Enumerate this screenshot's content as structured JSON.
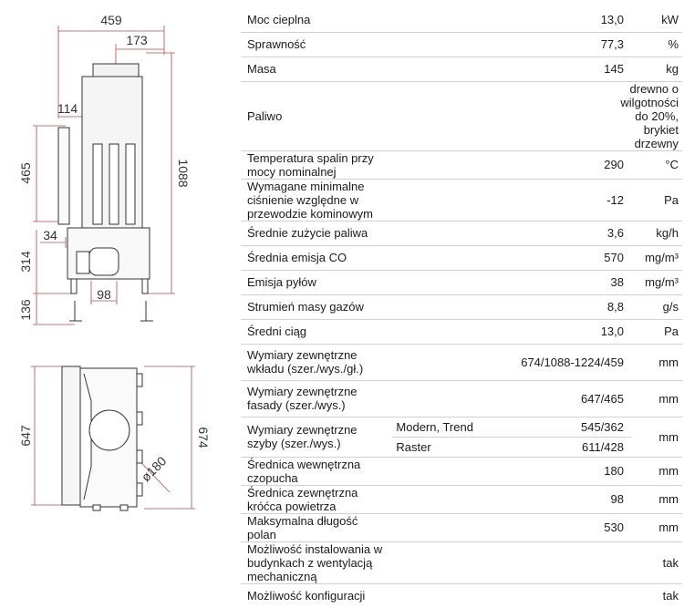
{
  "dimensions": {
    "front": {
      "width_total": "459",
      "width_flue": "173",
      "left_offset": "114",
      "height_total": "1088",
      "upper": "465",
      "lower": "314",
      "base": "136",
      "small_offset": "34",
      "inlet": "98"
    },
    "top": {
      "depth_left": "647",
      "depth_right": "674",
      "flue_diameter": "ø180"
    }
  },
  "specs": [
    {
      "label": "Moc cieplna",
      "value": "13,0",
      "unit": "kW"
    },
    {
      "label": "Sprawność",
      "value": "77,3",
      "unit": "%"
    },
    {
      "label": "Masa",
      "value": "145",
      "unit": "kg"
    },
    {
      "label": "Paliwo",
      "value": "drewno o wilgotności do 20%, brykiet drzewny",
      "unit": ""
    },
    {
      "label": "Temperatura spalin przy mocy nominalnej",
      "value": "290",
      "unit": "°C"
    },
    {
      "label": "Wymagane minimalne ciśnienie względne w przewodzie kominowym",
      "value": "-12",
      "unit": "Pa"
    },
    {
      "label": "Średnie zużycie paliwa",
      "value": "3,6",
      "unit": "kg/h"
    },
    {
      "label": "Średnia emisja CO",
      "value": "570",
      "unit": "mg/m³"
    },
    {
      "label": "Emisja pyłów",
      "value": "38",
      "unit": "mg/m³"
    },
    {
      "label": "Strumień masy gazów",
      "value": "8,8",
      "unit": "g/s"
    },
    {
      "label": "Średni ciąg",
      "value": "13,0",
      "unit": "Pa"
    },
    {
      "label": "Wymiary zewnętrzne wkładu (szer./wys./gł.)",
      "value": "674/1088-1224/459",
      "unit": "mm"
    },
    {
      "label": "Wymiary zewnętrzne fasady (szer./wys.)",
      "value": "647/465",
      "unit": "mm"
    },
    {
      "label": "Wymiary zewnętrzne szyby (szer./wys.)",
      "subrows": [
        {
          "sublabel": "Modern, Trend",
          "value": "545/362"
        },
        {
          "sublabel": "Raster",
          "value": "611/428"
        }
      ],
      "unit": "mm"
    },
    {
      "label": "Średnica wewnętrzna czopucha",
      "value": "180",
      "unit": "mm"
    },
    {
      "label": "Średnica zewnętrzna króćca powietrza",
      "value": "98",
      "unit": "mm"
    },
    {
      "label": "Maksymalna długość polan",
      "value": "530",
      "unit": "mm"
    },
    {
      "label": "Możliwość instalowania w budynkach z wentylacją mechaniczną",
      "value": "",
      "unit": "tak"
    },
    {
      "label": "Możliwość konfiguracji",
      "value": "",
      "unit": "tak"
    }
  ]
}
